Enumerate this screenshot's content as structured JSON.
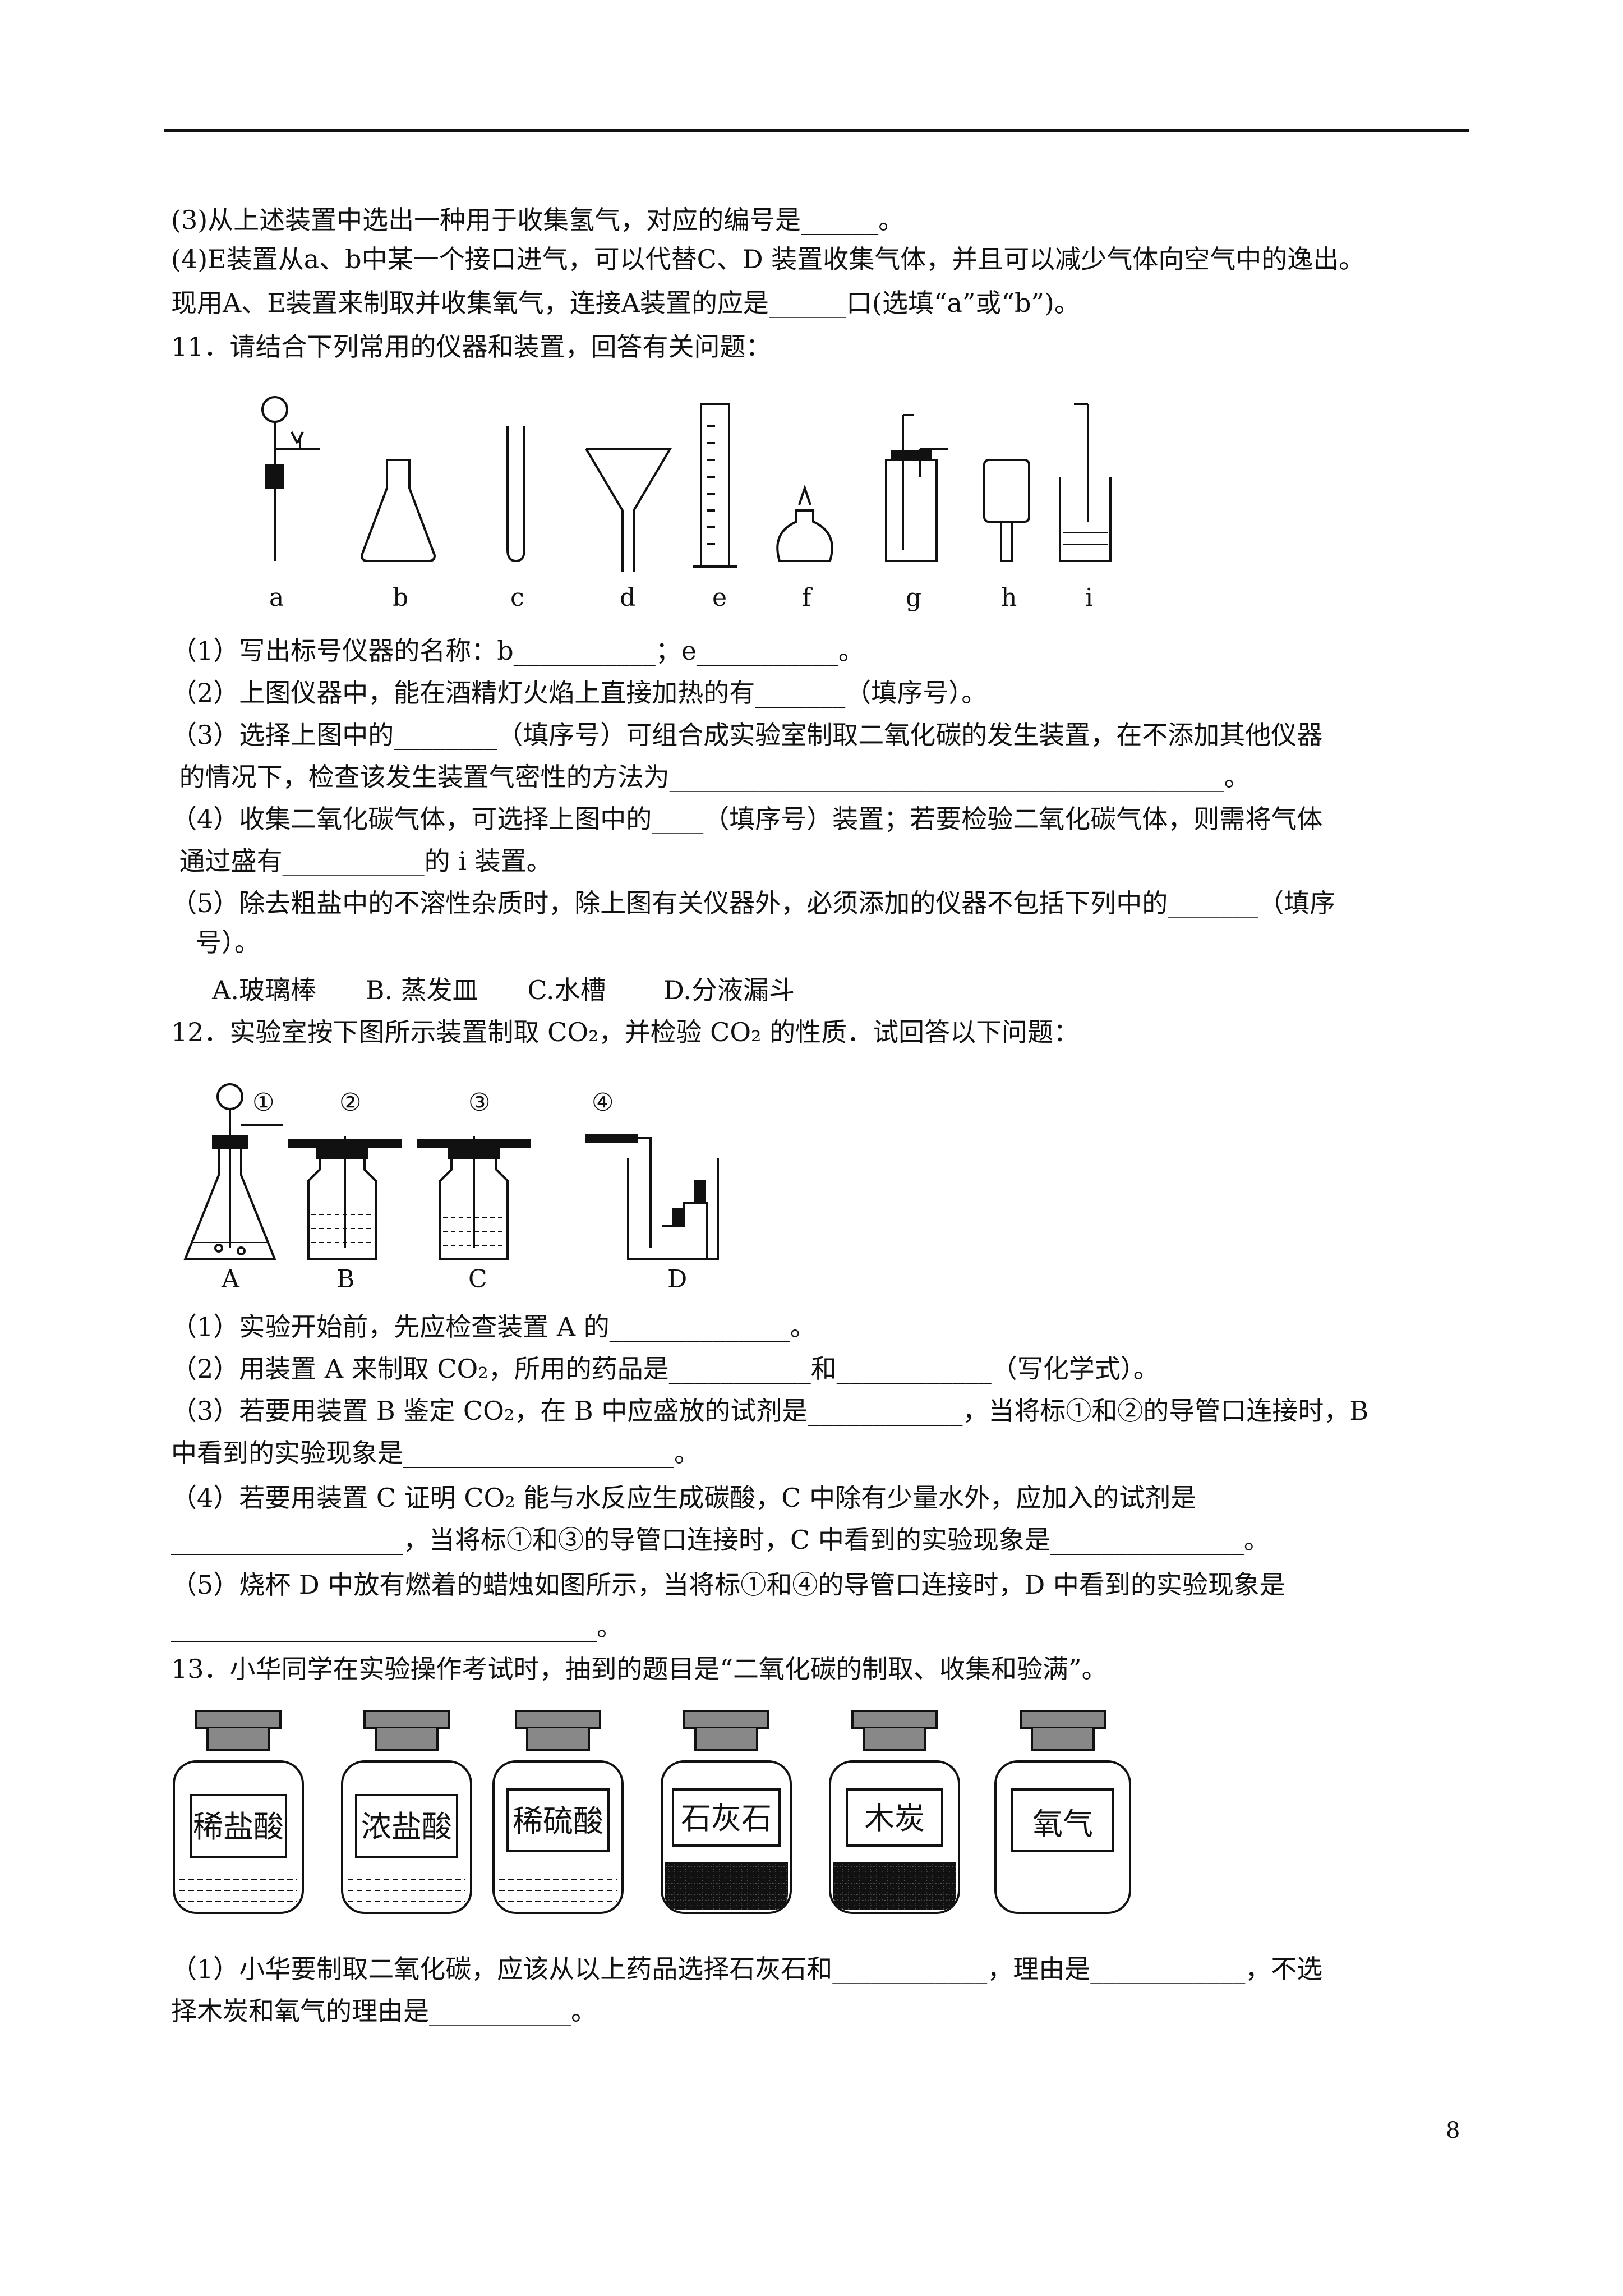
{
  "lines": {
    "l1": "(3)从上述装置中选出一种用于收集氢气，对应的编号是______。",
    "l2": "(4)E装置从a、b中某一个接口进气，可以代替C、D 装置收集气体，并且可以减少气体向空气中的逸出。",
    "l3": "现用A、E装置来制取并收集氧气，连接A装置的应是______口(选填“a”或“b”)。",
    "l4": "11．请结合下列常用的仪器和装置，回答有关问题：",
    "l5": "（1）写出标号仪器的名称：b___________；e___________。",
    "l6": "（2）上图仪器中，能在酒精灯火焰上直接加热的有_______（填序号）。",
    "l7": "（3）选择上图中的________（填序号）可组合成实验室制取二氧化碳的发生装置，在不添加其他仪器",
    "l8": " 的情况下，检查该发生装置气密性的方法为___________________________________________。",
    "l9": "（4）收集二氧化碳气体，可选择上图中的____（填序号）装置；若要检验二氧化碳气体，则需将气体",
    "l10": " 通过盛有___________的 i 装置。",
    "l11": "（5）除去粗盐中的不溶性杂质时，除上图有关仪器外，必须添加的仪器不包括下列中的_______（填序",
    "l12": "   号）。",
    "l13": "     A.玻璃棒      B. 蒸发皿      C.水槽       D.分液漏斗",
    "l14": "12．实验室按下图所示装置制取 CO₂，并检验 CO₂ 的性质．试回答以下问题：",
    "l15": "（1）实验开始前，先应检查装置 A 的______________。",
    "l16": "（2）用装置 A 来制取 CO₂，所用的药品是___________和____________（写化学式）。",
    "l17": "（3）若要用装置 B 鉴定 CO₂，在 B 中应盛放的试剂是____________，当将标①和②的导管口连接时，B",
    "l18": "中看到的实验现象是_____________________。",
    "l19": "（4）若要用装置 C 证明 CO₂ 能与水反应生成碳酸，C 中除有少量水外，应加入的试剂是",
    "l20": "__________________，当将标①和③的导管口连接时，C 中看到的实验现象是_______________。",
    "l21": "（5）烧杯 D 中放有燃着的蜡烛如图所示，当将标①和④的导管口连接时，D 中看到的实验现象是",
    "l22": "_________________________________。",
    "l23": "13．小华同学在实验操作考试时，抽到的题目是“二氧化碳的制取、收集和验满”。",
    "l24": "（1）小华要制取二氧化碳，应该从以上药品选择石灰石和____________，理由是____________，不选",
    "l25": "择木炭和氧气的理由是___________。"
  },
  "fig11": {
    "labels": [
      "a",
      "b",
      "c",
      "d",
      "e",
      "f",
      "g",
      "h",
      "i"
    ]
  },
  "fig12": {
    "markers": [
      "①",
      "②",
      "③",
      "④"
    ],
    "labels": [
      "A",
      "B",
      "C",
      "D"
    ]
  },
  "fig13": {
    "jars": [
      "稀盐酸",
      "浓盐酸",
      "稀硫酸",
      "石灰石",
      "木炭",
      "氧气"
    ]
  },
  "page_number": "8"
}
